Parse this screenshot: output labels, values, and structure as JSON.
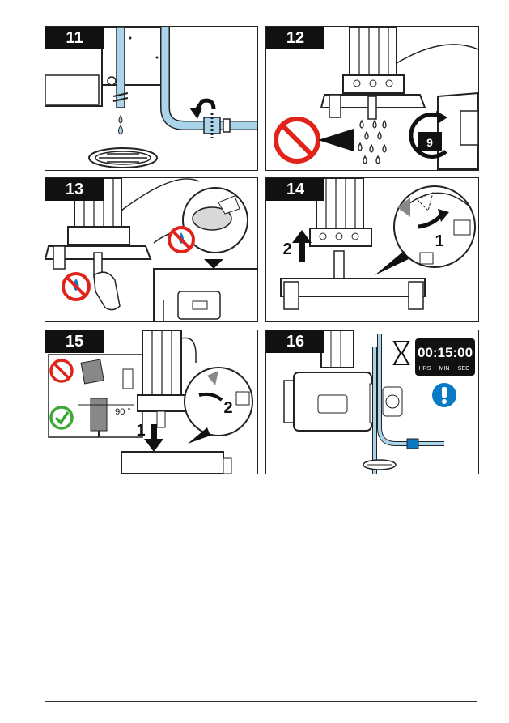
{
  "steps": [
    {
      "number": "11"
    },
    {
      "number": "12",
      "timer_minutes": "9"
    },
    {
      "number": "13"
    },
    {
      "number": "14",
      "arrow_a": "2",
      "arrow_b": "1"
    },
    {
      "number": "15",
      "arrow_a": "1",
      "arrow_b": "2",
      "angle": "90 °"
    },
    {
      "number": "16",
      "countdown": "00:15:00",
      "unit_hrs": "HRS",
      "unit_min": "MIN",
      "unit_sec": "SEC"
    }
  ],
  "colors": {
    "water": "#a9d4ea",
    "prohibit_red": "#e2231a",
    "ok_green": "#3aaa35",
    "info_blue": "#0a7ac4",
    "dark": "#111111"
  }
}
